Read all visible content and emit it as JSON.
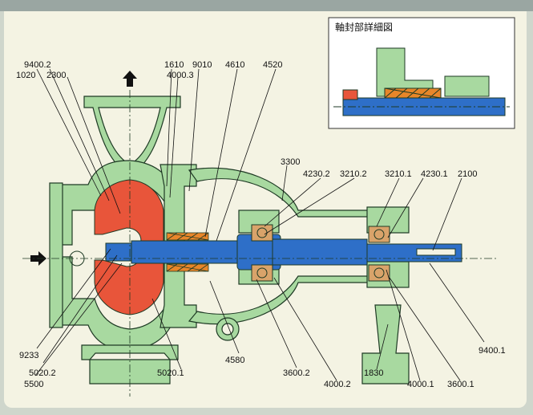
{
  "inset": {
    "title": "軸封部詳細図"
  },
  "labels": {
    "l9400_2": "9400.2",
    "l1020": "1020",
    "l2300": "2300",
    "l1610": "1610",
    "l4000_3": "4000.3",
    "l9010": "9010",
    "l4610": "4610",
    "l4520": "4520",
    "l3300": "3300",
    "l4230_2": "4230.2",
    "l3210_2": "3210.2",
    "l3210_1": "3210.1",
    "l4230_1": "4230.1",
    "l2100": "2100",
    "l9233": "9233",
    "l5020_2": "5020.2",
    "l5500": "5500",
    "l5020_1": "5020.1",
    "l4580": "4580",
    "l3600_2": "3600.2",
    "l4000_2": "4000.2",
    "l1830": "1830",
    "l4000_1": "4000.1",
    "l3600_1": "3600.1",
    "l9400_1": "9400.1"
  },
  "colors": {
    "casing": "#a8d9a0",
    "impeller": "#e8553a",
    "shaft": "#2e6fc8",
    "packing": "#e8862a",
    "bearing": "#d9a36a",
    "outline": "#1e3a24"
  }
}
